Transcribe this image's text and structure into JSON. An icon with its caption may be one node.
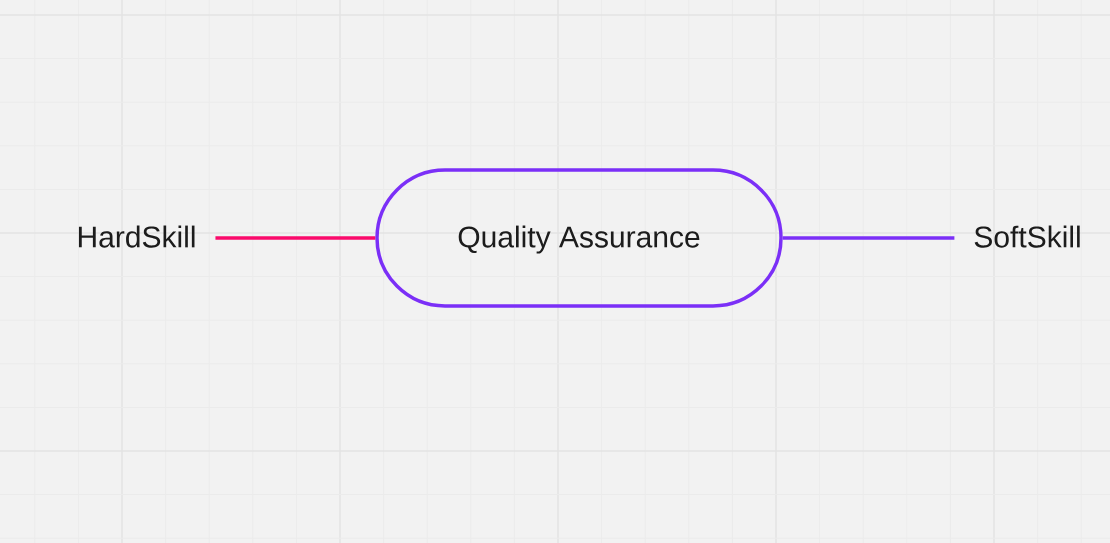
{
  "diagram": {
    "nodes": [
      {
        "text": [
          "HardSkill"
        ]
      },
      {
        "text": [
          "Quality Assurance"
        ]
      },
      {
        "text": [
          "SoftSkill"
        ]
      }
    ],
    "edges": [
      {
        "from": 1,
        "to": 0,
        "arrow": "none",
        "color": "#fa0a6b"
      },
      {
        "from": 1,
        "to": 2,
        "arrow": "none",
        "color": "#7b2ff7"
      }
    ]
  }
}
